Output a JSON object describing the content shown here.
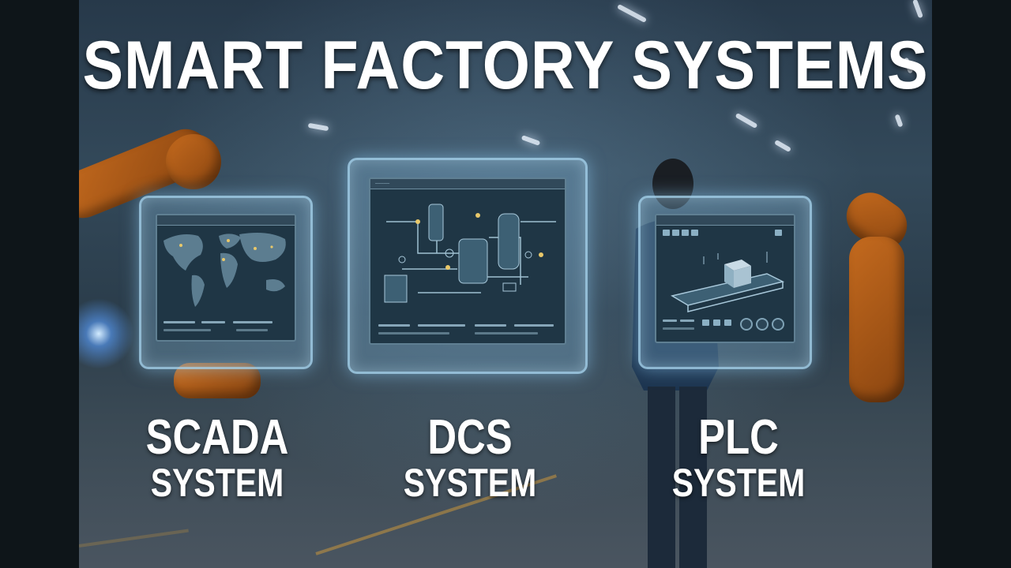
{
  "title": "SMART FACTORY SYSTEMS",
  "systems": [
    {
      "name": "SCADA",
      "subtitle": "SYSTEM",
      "screen": "world-map-dashboard"
    },
    {
      "name": "DCS",
      "subtitle": "SYSTEM",
      "screen": "process-flow-diagram"
    },
    {
      "name": "PLC",
      "subtitle": "SYSTEM",
      "screen": "conveyor-control-panel"
    }
  ],
  "colors": {
    "panel_glow": "#8cc8f0",
    "screen_bg": "#1f3645",
    "robot_orange": "#c46a1e",
    "title_text": "#ffffff"
  }
}
